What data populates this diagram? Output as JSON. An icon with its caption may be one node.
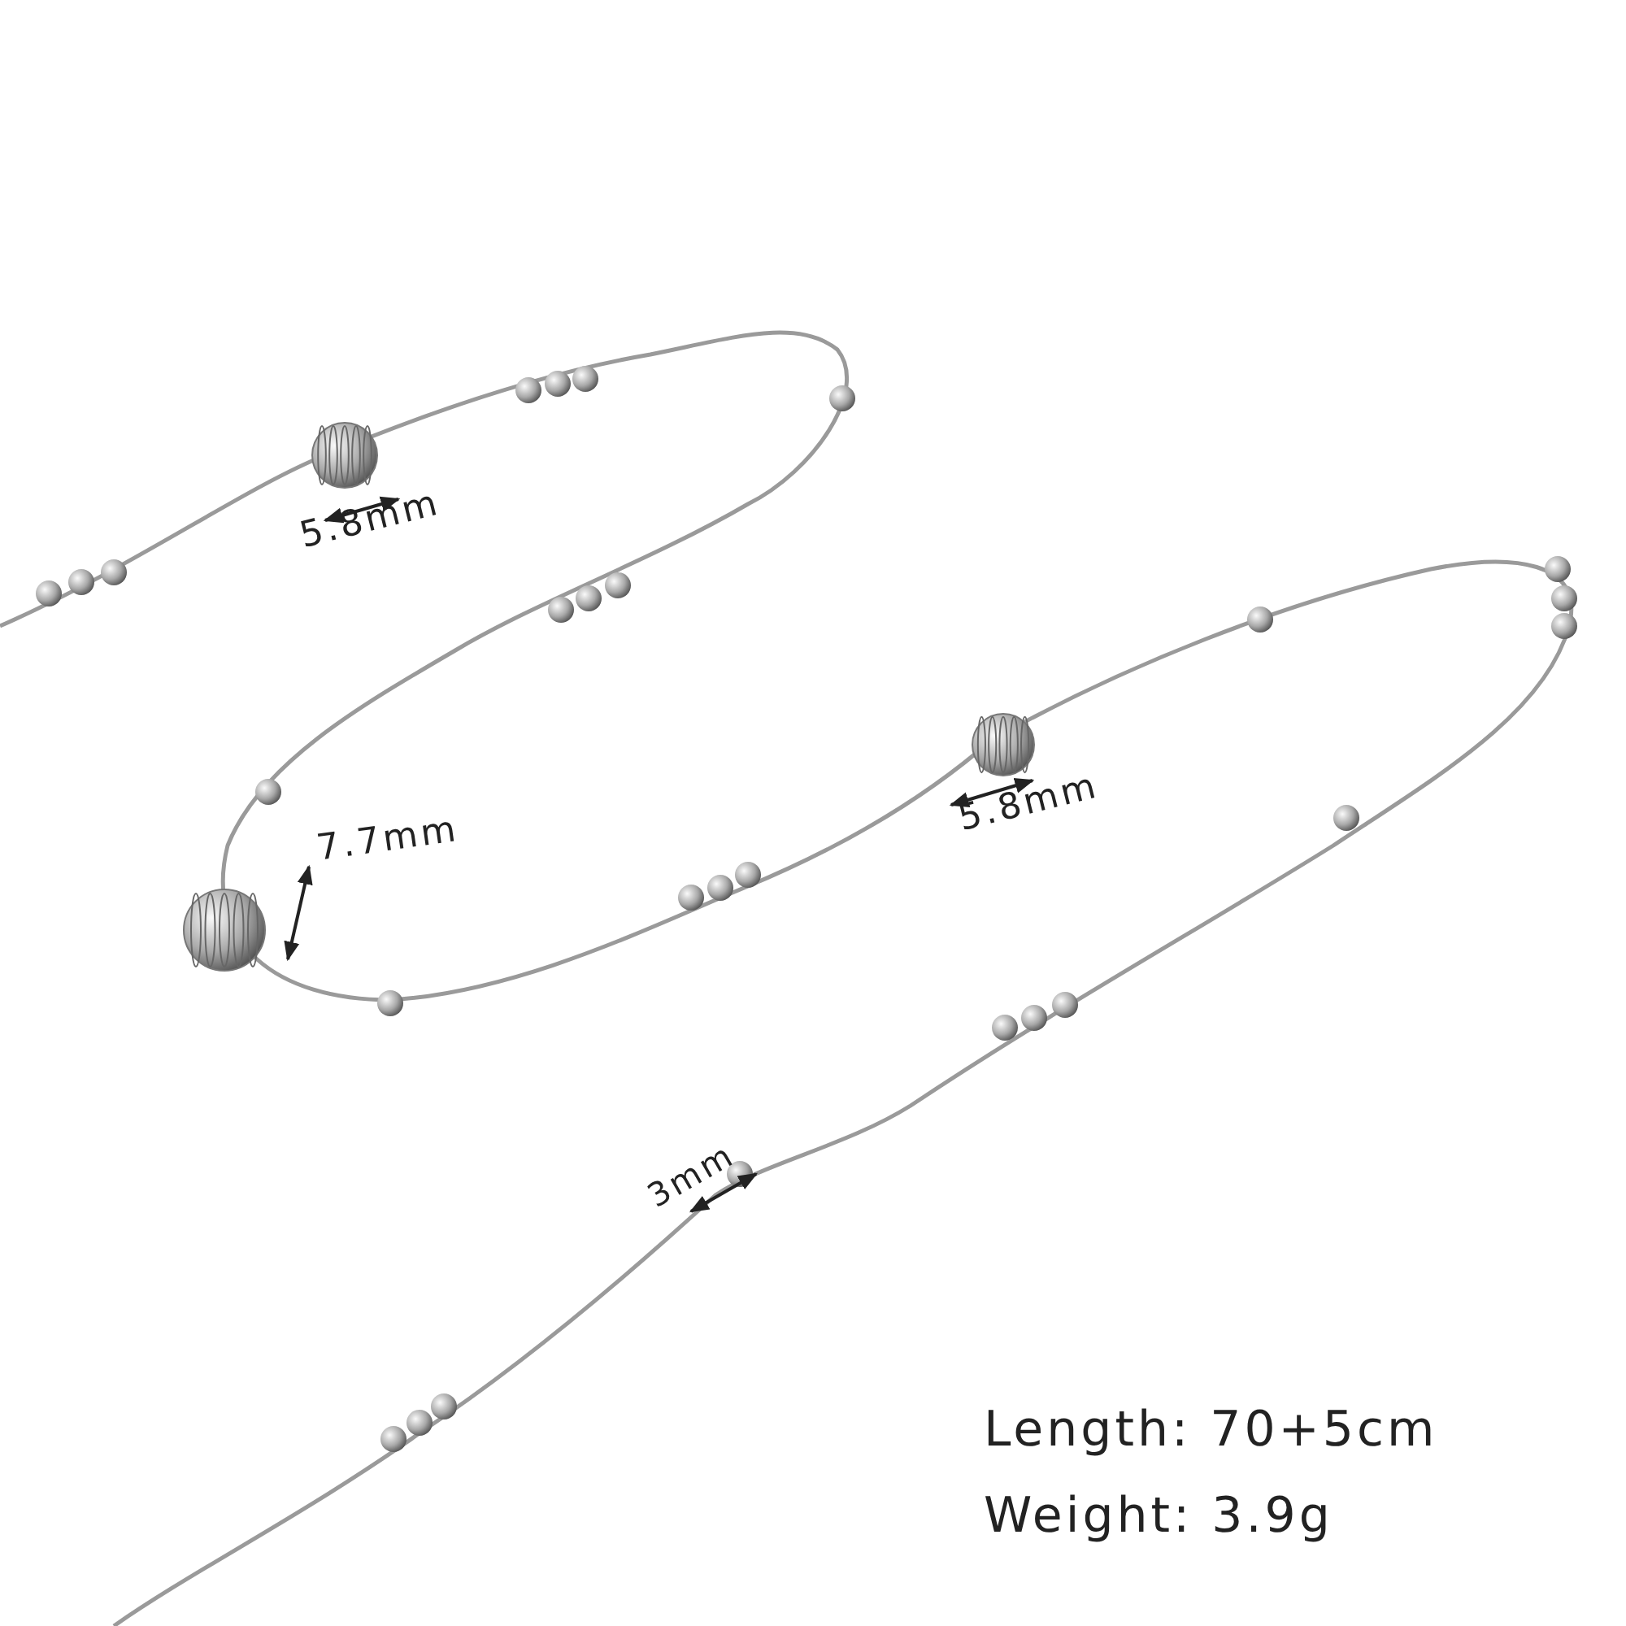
{
  "diagram": {
    "labels": [
      "5.8mm",
      "5.8mm",
      "7.7mm",
      "3mm",
      "Length: 70+5cm",
      "Weight: 3.9g"
    ]
  }
}
